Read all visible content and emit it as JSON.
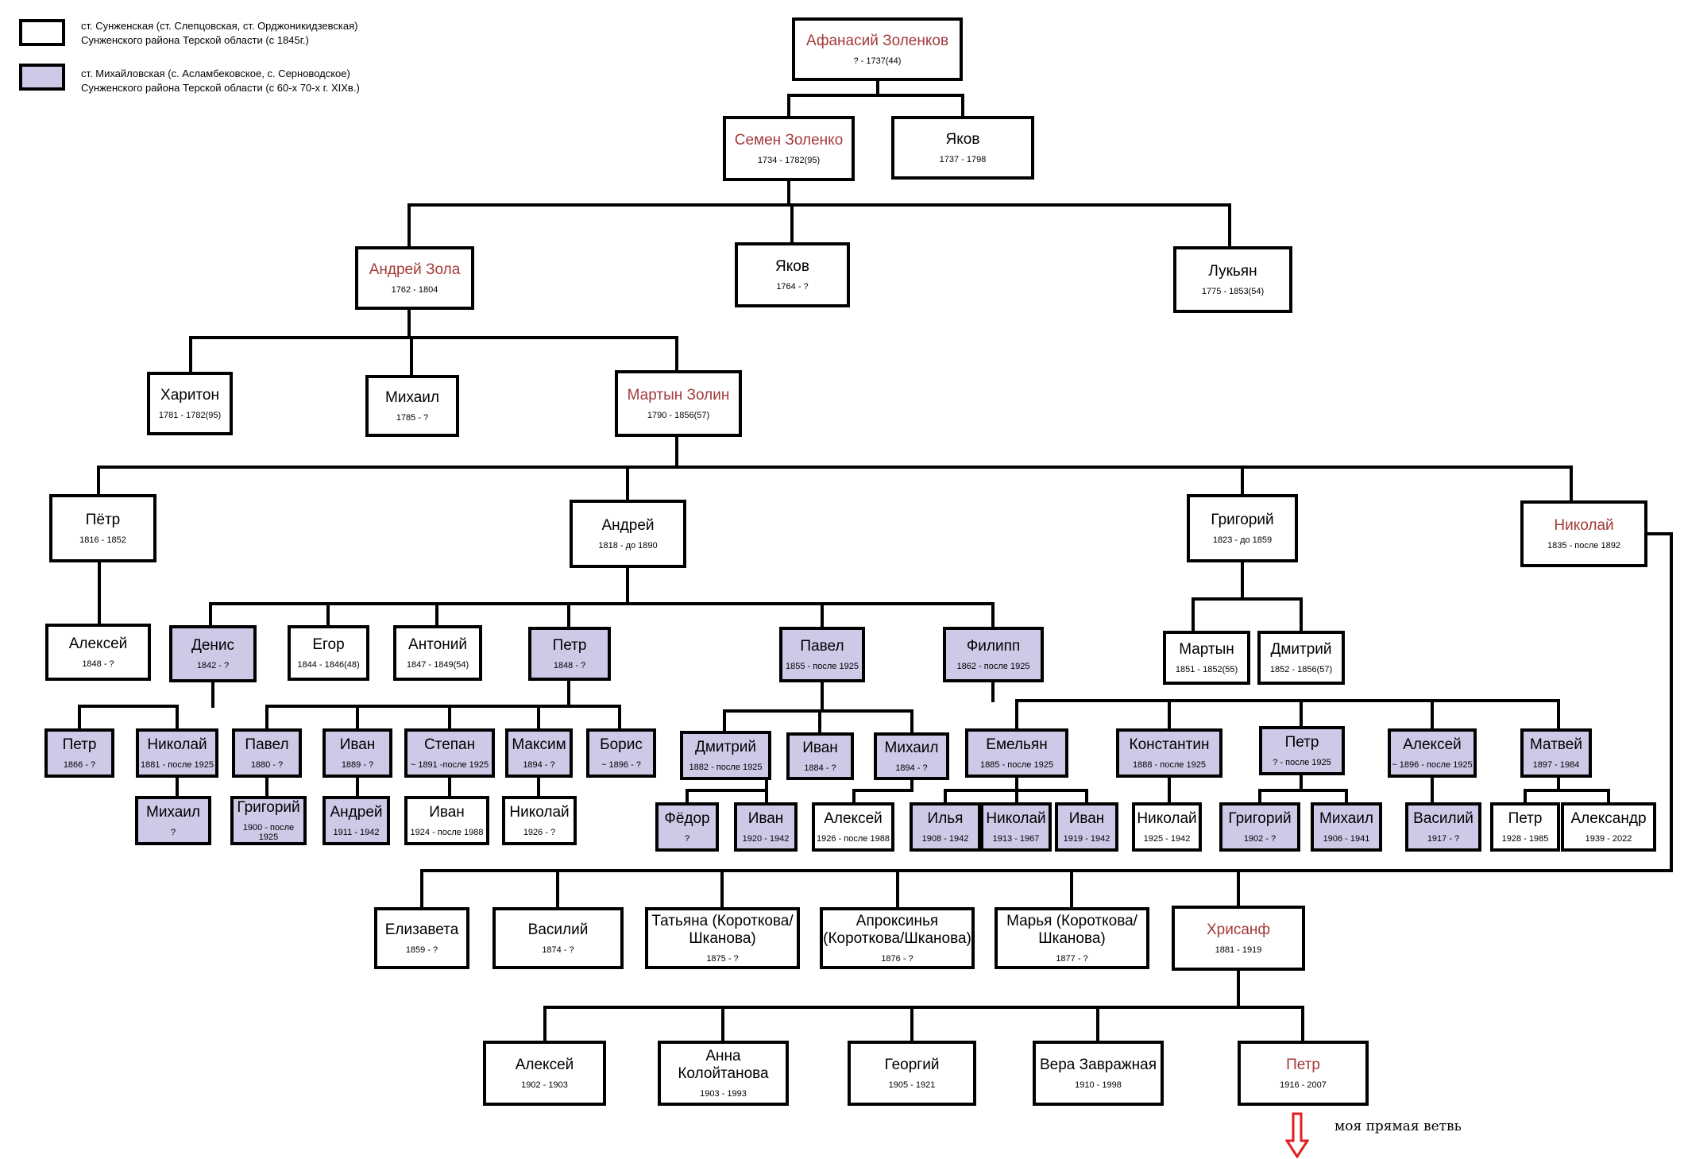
{
  "legend": {
    "white_line1": "ст. Сунженская (ст. Слепцовская, ст. Орджоникидзевская)",
    "white_line2": "Сунженского района Терской области (с 1845г.)",
    "purple_line1": "ст. Михайловская (с. Асламбековское, с. Серноводское)",
    "purple_line2": "Сунженского района Терской области (с 60-х 70-х г. XIXв.)"
  },
  "note": "моя прямая ветвь",
  "colors": {
    "purple": "#cfc9e8",
    "red": "#a33a3a",
    "line": "#000000",
    "arrow": "#e02020"
  },
  "nodes": [
    {
      "id": "afanasiy",
      "name": "Афанасий Золенков",
      "dates": "? - 1737(44)",
      "red": true
    },
    {
      "id": "semen",
      "name": "Семен Золенко",
      "dates": "1734 - 1782(95)",
      "red": true
    },
    {
      "id": "yakov1",
      "name": "Яков",
      "dates": "1737 - 1798"
    },
    {
      "id": "andrey_zola",
      "name": "Андрей Зола",
      "dates": "1762 - 1804",
      "red": true
    },
    {
      "id": "yakov2",
      "name": "Яков",
      "dates": "1764 - ?"
    },
    {
      "id": "lukyan",
      "name": "Лукьян",
      "dates": "1775 - 1853(54)"
    },
    {
      "id": "khariton",
      "name": "Харитон",
      "dates": "1781 - 1782(95)"
    },
    {
      "id": "mikhail1",
      "name": "Михаил",
      "dates": "1785 - ?"
    },
    {
      "id": "martyn",
      "name": "Мартын Золин",
      "dates": "1790 - 1856(57)",
      "red": true
    },
    {
      "id": "petr1",
      "name": "Пётр",
      "dates": "1816 -  1852"
    },
    {
      "id": "andrey2",
      "name": "Андрей",
      "dates": "1818 - до 1890"
    },
    {
      "id": "grigoriy1",
      "name": "Григорий",
      "dates": "1823 - до 1859"
    },
    {
      "id": "nikolay1",
      "name": "Николай",
      "dates": "1835 - после 1892",
      "red": true
    },
    {
      "id": "aleksey1",
      "name": "Алексей",
      "dates": "1848 - ?"
    },
    {
      "id": "denis",
      "name": "Денис",
      "dates": "1842 - ?",
      "purple": true
    },
    {
      "id": "egor",
      "name": "Егор",
      "dates": "1844 - 1846(48)"
    },
    {
      "id": "antoniy",
      "name": "Антоний",
      "dates": "1847 - 1849(54)"
    },
    {
      "id": "petr2",
      "name": "Петр",
      "dates": "1848 - ?",
      "purple": true
    },
    {
      "id": "pavel1",
      "name": "Павел",
      "dates": "1855 - после 1925",
      "purple": true
    },
    {
      "id": "filipp",
      "name": "Филипп",
      "dates": "1862 - после 1925",
      "purple": true
    },
    {
      "id": "martyn2",
      "name": "Мартын",
      "dates": "1851 - 1852(55)"
    },
    {
      "id": "dmitriy1",
      "name": "Дмитрий",
      "dates": "1852 - 1856(57)"
    },
    {
      "id": "petr3",
      "name": "Петр",
      "dates": "1866 - ?",
      "purple": true
    },
    {
      "id": "nikolay2",
      "name": "Николай",
      "dates": "1881 - после 1925",
      "purple": true
    },
    {
      "id": "pavel2",
      "name": "Павел",
      "dates": "1880 - ?",
      "purple": true
    },
    {
      "id": "ivan1",
      "name": "Иван",
      "dates": "1889 - ?",
      "purple": true
    },
    {
      "id": "stepan",
      "name": "Степан",
      "dates": "~ 1891 -после 1925",
      "purple": true
    },
    {
      "id": "maksim",
      "name": "Максим",
      "dates": "1894 - ?",
      "purple": true
    },
    {
      "id": "boris",
      "name": "Борис",
      "dates": "~ 1896 - ?",
      "purple": true
    },
    {
      "id": "dmitriy2",
      "name": "Дмитрий",
      "dates": "1882 - после 1925",
      "purple": true
    },
    {
      "id": "ivan2",
      "name": "Иван",
      "dates": "1884 - ?",
      "purple": true
    },
    {
      "id": "mikhail2",
      "name": "Михаил",
      "dates": "1894 - ?",
      "purple": true
    },
    {
      "id": "emelyan",
      "name": "Емельян",
      "dates": "1885 - после 1925",
      "purple": true
    },
    {
      "id": "konstantin",
      "name": "Константин",
      "dates": "1888 - после 1925",
      "purple": true
    },
    {
      "id": "petr4",
      "name": "Петр",
      "dates": "? - после 1925",
      "purple": true
    },
    {
      "id": "aleksey2",
      "name": "Алексей",
      "dates": "~ 1896 - после 1925",
      "purple": true
    },
    {
      "id": "matvey",
      "name": "Матвей",
      "dates": "1897 - 1984",
      "purple": true
    },
    {
      "id": "mikhail3",
      "name": "Михаил",
      "dates": "?",
      "purple": true
    },
    {
      "id": "grigoriy2",
      "name": "Григорий",
      "dates": "1900 - после 1925",
      "purple": true
    },
    {
      "id": "andrey3",
      "name": "Андрей",
      "dates": "1911 - 1942",
      "purple": true
    },
    {
      "id": "ivan3",
      "name": "Иван",
      "dates": "1924 - после 1988"
    },
    {
      "id": "nikolay3",
      "name": "Николай",
      "dates": "1926 - ?"
    },
    {
      "id": "fedor",
      "name": "Фёдор",
      "dates": "?",
      "purple": true
    },
    {
      "id": "ivan4",
      "name": "Иван",
      "dates": "1920 - 1942",
      "purple": true
    },
    {
      "id": "aleksey3",
      "name": "Алексей",
      "dates": "1926 - после 1988"
    },
    {
      "id": "ilya",
      "name": "Илья",
      "dates": "1908 - 1942",
      "purple": true
    },
    {
      "id": "nikolay4",
      "name": "Николай",
      "dates": "1913 - 1967",
      "purple": true
    },
    {
      "id": "ivan5",
      "name": "Иван",
      "dates": "1919 - 1942",
      "purple": true
    },
    {
      "id": "nikolay5",
      "name": "Николай",
      "dates": "1925 - 1942"
    },
    {
      "id": "grigoriy3",
      "name": "Григорий",
      "dates": "1902 - ?",
      "purple": true
    },
    {
      "id": "mikhail4",
      "name": "Михаил",
      "dates": "1906 - 1941",
      "purple": true
    },
    {
      "id": "vasiliy1",
      "name": "Василий",
      "dates": "1917 - ?",
      "purple": true
    },
    {
      "id": "petr5",
      "name": "Петр",
      "dates": "1928 - 1985"
    },
    {
      "id": "aleksandr",
      "name": "Александр",
      "dates": "1939 - 2022"
    },
    {
      "id": "elizaveta",
      "name": "Елизавета",
      "dates": "1859 - ?"
    },
    {
      "id": "vasiliy2",
      "name": "Василий",
      "dates": "1874 - ?"
    },
    {
      "id": "tatyana",
      "name": "Татьяна (Короткова/Шканова)",
      "dates": "1875 - ?"
    },
    {
      "id": "aproksinya",
      "name": "Апроксинья (Короткова/Шканова)",
      "dates": "1876 - ?"
    },
    {
      "id": "marya",
      "name": "Марья (Короткова/Шканова)",
      "dates": "1877 - ?"
    },
    {
      "id": "khrisanf",
      "name": "Хрисанф",
      "dates": "1881 - 1919",
      "red": true
    },
    {
      "id": "aleksey4",
      "name": "Алексей",
      "dates": "1902 - 1903"
    },
    {
      "id": "anna",
      "name": "Анна Колойтанова",
      "dates": "1903 - 1993"
    },
    {
      "id": "georgiy",
      "name": "Георгий",
      "dates": "1905 - 1921"
    },
    {
      "id": "vera",
      "name": "Вера Завражная",
      "dates": "1910 - 1998"
    },
    {
      "id": "petr6",
      "name": "Петр",
      "dates": "1916 - 2007",
      "red": true
    }
  ]
}
